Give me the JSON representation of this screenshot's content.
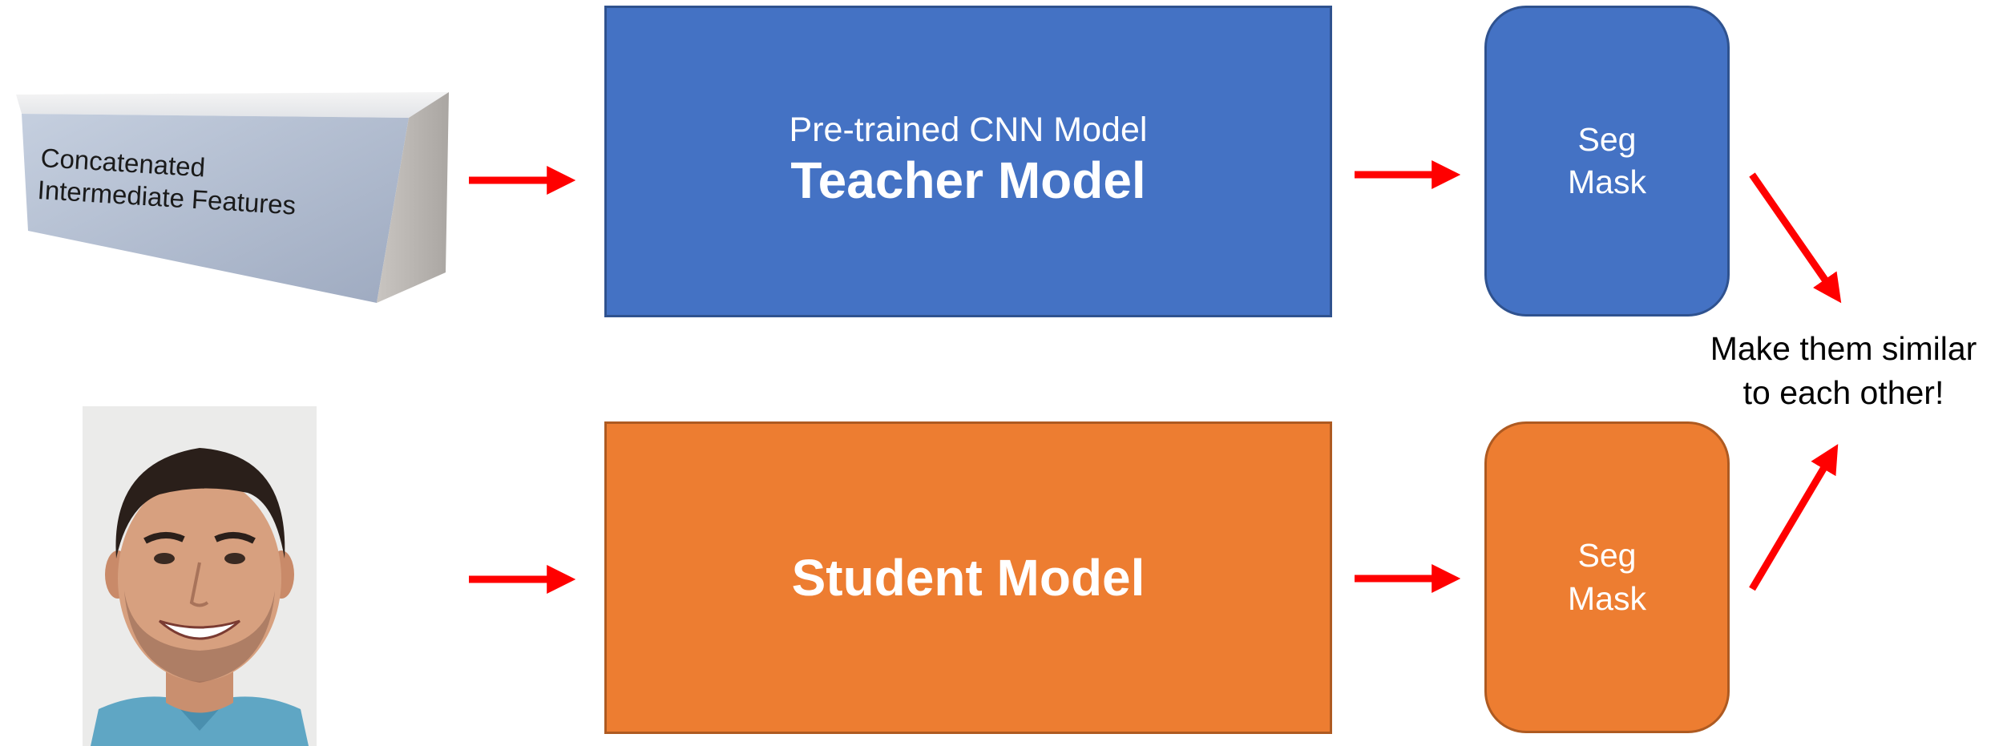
{
  "input": {
    "feature_label_line1": "Concatenated",
    "feature_label_line2": "Intermediate Features"
  },
  "teacher": {
    "subtitle": "Pre-trained CNN Model",
    "title": "Teacher Model",
    "mask_line1": "Seg",
    "mask_line2": "Mask"
  },
  "student": {
    "title": "Student Model",
    "mask_line1": "Seg",
    "mask_line2": "Mask"
  },
  "caption": {
    "line1": "Make them similar",
    "line2": "to each other!"
  },
  "colors": {
    "teacher_fill": "#4472c4",
    "student_fill": "#ed7d31",
    "arrow": "#ff0000",
    "feature_box_front": "#b4c0d4",
    "feature_box_side": "#bdb9b5"
  },
  "icons": {
    "portrait": "smiling-man-portrait",
    "arrows": "red-arrow"
  }
}
